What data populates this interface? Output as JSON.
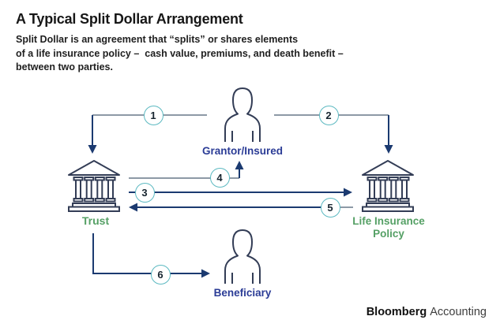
{
  "header": {
    "title": "A Typical Split Dollar Arrangement",
    "subtitle_lines": [
      "Split Dollar is an agreement that “splits” or shares elements",
      "of a life insurance policy –  cash value, premiums, and death benefit –",
      "between two parties."
    ]
  },
  "diagram": {
    "nodes": {
      "grantor": {
        "label": "Grantor/Insured"
      },
      "trust": {
        "label": "Trust"
      },
      "policy": {
        "label_line1": "Life Insurance",
        "label_line2": "Policy"
      },
      "beneficiary": {
        "label": "Beneficiary"
      }
    },
    "steps": [
      {
        "number": "1"
      },
      {
        "number": "2"
      },
      {
        "number": "3"
      },
      {
        "number": "4"
      },
      {
        "number": "5"
      },
      {
        "number": "6"
      }
    ]
  },
  "footer": {
    "brand_bold": "Bloomberg",
    "brand_regular": "Accounting"
  },
  "colors": {
    "circle_teal": "#5cb9c1",
    "line_gray": "#8d99a6",
    "arrow_navy": "#1b3a70",
    "icon_stroke": "#333d56",
    "label_blue": "#2b3c96",
    "label_green": "#55a065"
  }
}
